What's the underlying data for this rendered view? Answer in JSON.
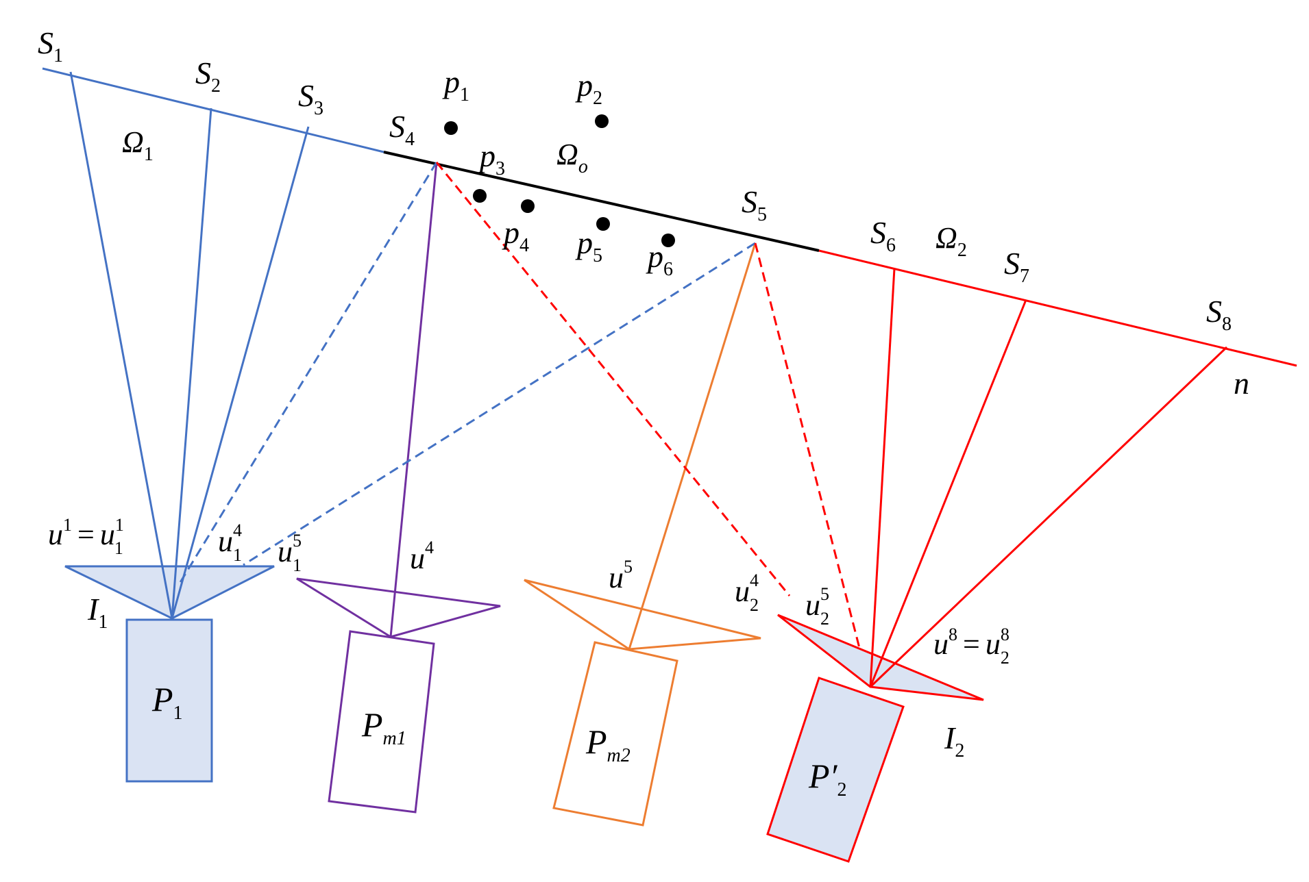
{
  "colors": {
    "blue": "#4472C4",
    "purple": "#7030A0",
    "orange": "#ED7D31",
    "red": "#FF0000",
    "black": "#000000",
    "fill": "#DAE3F3"
  },
  "labels": {
    "S1": {
      "base": "S",
      "sub": "1"
    },
    "S2": {
      "base": "S",
      "sub": "2"
    },
    "S3": {
      "base": "S",
      "sub": "3"
    },
    "S4": {
      "base": "S",
      "sub": "4"
    },
    "S5": {
      "base": "S",
      "sub": "5"
    },
    "S6": {
      "base": "S",
      "sub": "6"
    },
    "S7": {
      "base": "S",
      "sub": "7"
    },
    "S8": {
      "base": "S",
      "sub": "8"
    },
    "p1": {
      "base": "p",
      "sub": "1"
    },
    "p2": {
      "base": "p",
      "sub": "2"
    },
    "p3": {
      "base": "p",
      "sub": "3"
    },
    "p4": {
      "base": "p",
      "sub": "4"
    },
    "p5": {
      "base": "p",
      "sub": "5"
    },
    "p6": {
      "base": "p",
      "sub": "6"
    },
    "omega1": {
      "base": "Ω",
      "sub": "1"
    },
    "omegaO": {
      "base": "Ω",
      "sub": "o"
    },
    "omega2": {
      "base": "Ω",
      "sub": "2"
    },
    "n": "n",
    "u1_eq": {
      "left_base": "u",
      "left_sup": "1",
      "eq": "=",
      "right_base": "u",
      "right_sup": "1",
      "right_sub": "1"
    },
    "u1_4": {
      "base": "u",
      "sup": "4",
      "sub": "1"
    },
    "u1_5": {
      "base": "u",
      "sup": "5",
      "sub": "1"
    },
    "u4": {
      "base": "u",
      "sup": "4"
    },
    "u5": {
      "base": "u",
      "sup": "5"
    },
    "u2_4": {
      "base": "u",
      "sup": "4",
      "sub": "2"
    },
    "u2_5": {
      "base": "u",
      "sup": "5",
      "sub": "2"
    },
    "u8_eq": {
      "left_base": "u",
      "left_sup": "8",
      "eq": "=",
      "right_base": "u",
      "right_sup": "8",
      "right_sub": "2"
    },
    "I1": {
      "base": "I",
      "sub": "1"
    },
    "I2": {
      "base": "I",
      "sub": "2"
    },
    "P1": {
      "base": "P",
      "sub": "1"
    },
    "Pm1": {
      "base": "P",
      "sub": "m1"
    },
    "Pm2": {
      "base": "P",
      "sub": "m2"
    },
    "P2prime": {
      "base": "P′",
      "sub": "2"
    }
  }
}
